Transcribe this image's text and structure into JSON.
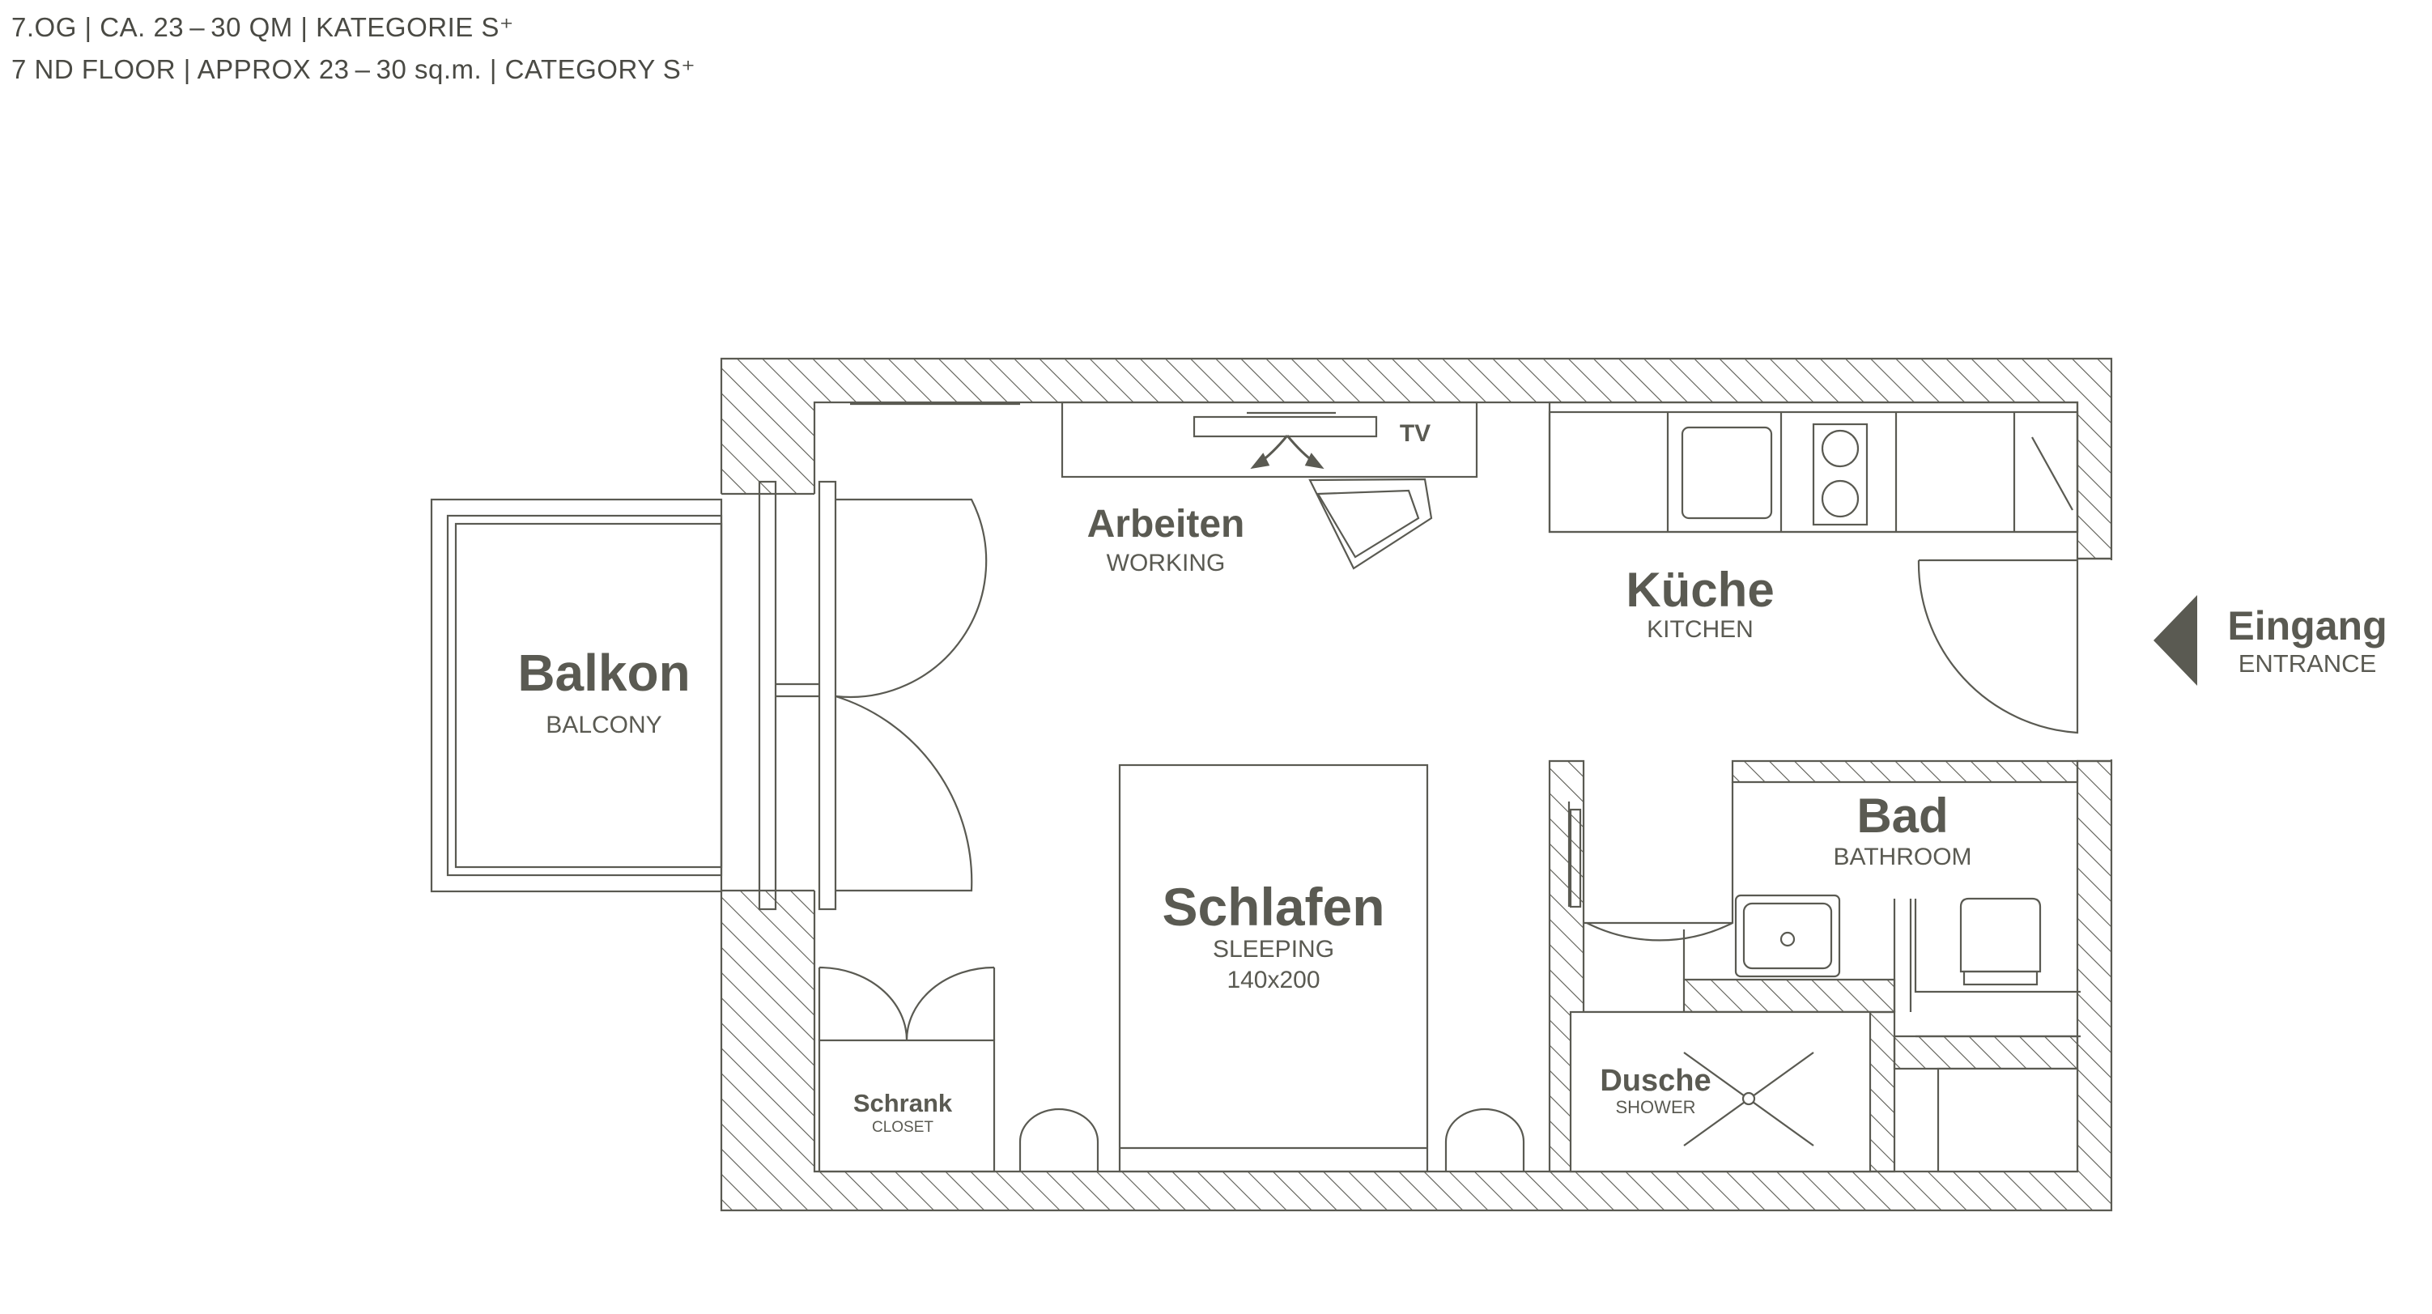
{
  "header": {
    "line1": "7.OG | CA. 23 – 30 QM | KATEGORIE S⁺",
    "line2": "7 ND FLOOR | APPROX 23 – 30 sq.m. | CATEGORY S⁺"
  },
  "rooms": {
    "balkon": {
      "name": "Balkon",
      "sub": "BALCONY"
    },
    "arbeiten": {
      "name": "Arbeiten",
      "sub": "WORKING"
    },
    "tv": {
      "label": "TV"
    },
    "kueche": {
      "name": "Küche",
      "sub": "KITCHEN"
    },
    "eingang": {
      "name": "Eingang",
      "sub": "ENTRANCE"
    },
    "schlafen": {
      "name": "Schlafen",
      "sub": "SLEEPING",
      "size": "140x200"
    },
    "bad": {
      "name": "Bad",
      "sub": "BATHROOM"
    },
    "dusche": {
      "name": "Dusche",
      "sub": "SHOWER"
    },
    "schrank": {
      "name": "Schrank",
      "sub": "CLOSET"
    }
  },
  "colors": {
    "line": "#5a5a52",
    "text": "#5a5a52",
    "arrow": "#5a5a52"
  }
}
